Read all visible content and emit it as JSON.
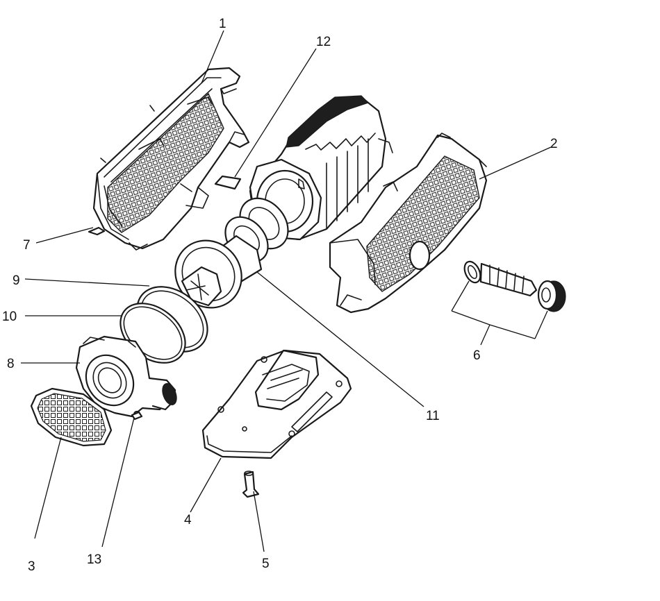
{
  "callouts": [
    {
      "id": "1",
      "text": "1"
    },
    {
      "id": "2",
      "text": "2"
    },
    {
      "id": "3",
      "text": "3"
    },
    {
      "id": "4",
      "text": "4"
    },
    {
      "id": "5",
      "text": "5"
    },
    {
      "id": "6",
      "text": "6"
    },
    {
      "id": "7",
      "text": "7"
    },
    {
      "id": "8",
      "text": "8"
    },
    {
      "id": "9",
      "text": "9"
    },
    {
      "id": "10",
      "text": "10"
    },
    {
      "id": "11",
      "text": "11"
    },
    {
      "id": "12",
      "text": "12"
    },
    {
      "id": "13",
      "text": "13"
    }
  ],
  "colors": {
    "line": "#1a1a1a",
    "background": "#ffffff",
    "fill_dark": "#1e1e1e"
  }
}
